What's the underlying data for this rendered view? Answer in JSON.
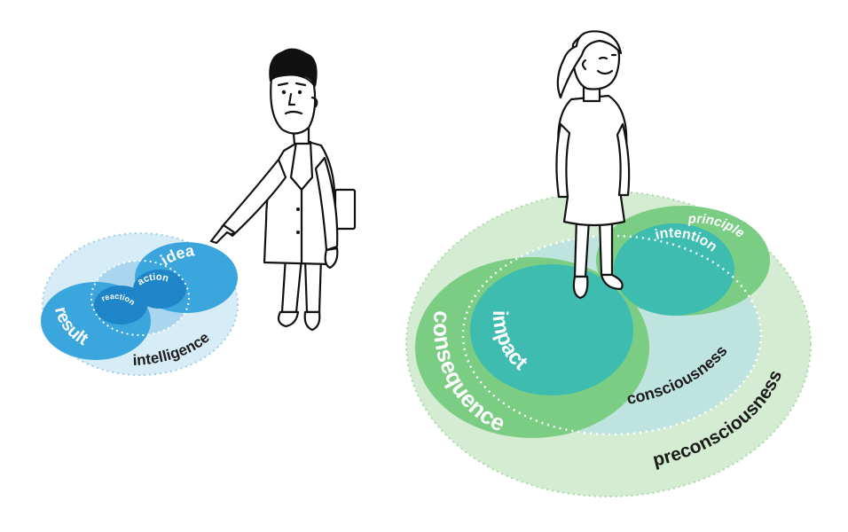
{
  "left_diagram": {
    "labels": {
      "idea": "idea",
      "action": "action",
      "reaction": "reaction",
      "result": "result",
      "intelligence": "intelligence"
    },
    "colors": {
      "outer": "#d6ecf7",
      "inner": "#a9d6ee",
      "lobe": "#3aa6dd",
      "core": "#1e86c8"
    }
  },
  "right_diagram": {
    "labels": {
      "principle": "principle",
      "intention": "intention",
      "impact": "impact",
      "consequence": "consequence",
      "consciousness": "consciousness",
      "preconsciousness": "preconsciousness"
    },
    "colors": {
      "outer": "#d3ecd2",
      "mid": "#bfe3de",
      "lobe": "#7ccd84",
      "core": "#3dbcaf"
    }
  }
}
